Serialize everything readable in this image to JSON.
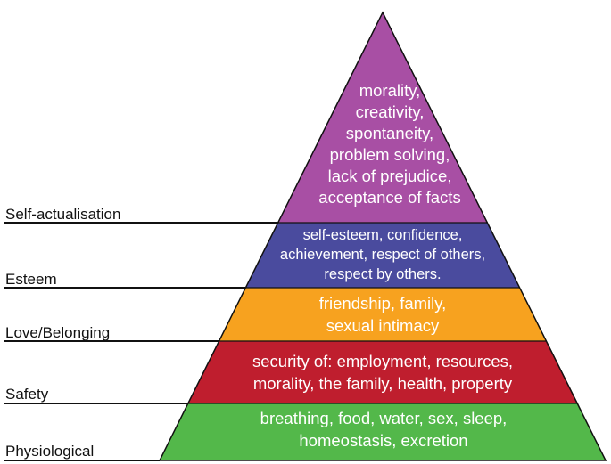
{
  "title": "Maslow's hierarchy of needs",
  "levels": [
    {
      "name": "Self-actualisation",
      "color": "#a84fa4",
      "lines": [
        "morality,",
        "creativity,",
        "spontaneity,",
        "problem solving,",
        "lack of prejudice,",
        "acceptance of facts"
      ]
    },
    {
      "name": "Esteem",
      "color": "#4a4b9e",
      "lines": [
        "self-esteem, confidence,",
        "achievement, respect of others,",
        "respect by others."
      ]
    },
    {
      "name": "Love/Belonging",
      "color": "#f7a21f",
      "lines": [
        "friendship, family,",
        "sexual intimacy"
      ]
    },
    {
      "name": "Safety",
      "color": "#bf1e2e",
      "lines": [
        "security of: employment, resources,",
        "morality, the family, health, property"
      ]
    },
    {
      "name": "Physiological",
      "color": "#53b84a",
      "lines": [
        "breathing, food, water, sex, sleep,",
        "homeostasis, excretion"
      ]
    }
  ]
}
